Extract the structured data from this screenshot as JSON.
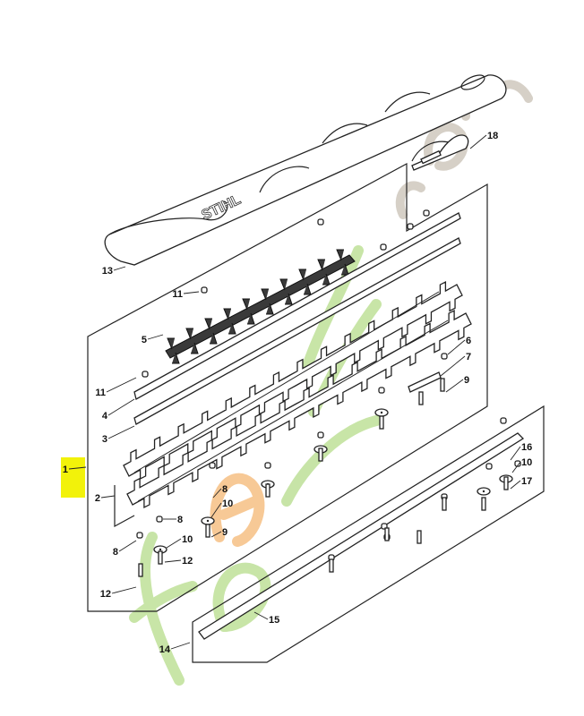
{
  "diagram": {
    "title": "Hedge trimmer cutting attachment exploded view",
    "brand_logo": "STIHL",
    "watermark": "foretgardin.com",
    "highlight_color": "#f2f20a",
    "watermark_colors": {
      "green": "#b5dc8a",
      "orange": "#f5b774",
      "gray": "#c8c0b4"
    },
    "callouts": [
      {
        "id": "c13",
        "text": "13"
      },
      {
        "id": "c18",
        "text": "18"
      },
      {
        "id": "c11a",
        "text": "11"
      },
      {
        "id": "c5",
        "text": "5"
      },
      {
        "id": "c11b",
        "text": "11"
      },
      {
        "id": "c4",
        "text": "4"
      },
      {
        "id": "c3",
        "text": "3"
      },
      {
        "id": "c6",
        "text": "6"
      },
      {
        "id": "c7",
        "text": "7"
      },
      {
        "id": "c9a",
        "text": "9"
      },
      {
        "id": "c1",
        "text": "1"
      },
      {
        "id": "c2",
        "text": "2"
      },
      {
        "id": "c8a",
        "text": "8"
      },
      {
        "id": "c10a",
        "text": "10"
      },
      {
        "id": "c9b",
        "text": "9"
      },
      {
        "id": "c8b",
        "text": "8"
      },
      {
        "id": "c10b",
        "text": "10"
      },
      {
        "id": "c12a",
        "text": "12"
      },
      {
        "id": "c8c",
        "text": "8"
      },
      {
        "id": "c12b",
        "text": "12"
      },
      {
        "id": "c16",
        "text": "16"
      },
      {
        "id": "c10c",
        "text": "10"
      },
      {
        "id": "c17",
        "text": "17"
      },
      {
        "id": "c15",
        "text": "15"
      },
      {
        "id": "c14",
        "text": "14"
      }
    ]
  }
}
